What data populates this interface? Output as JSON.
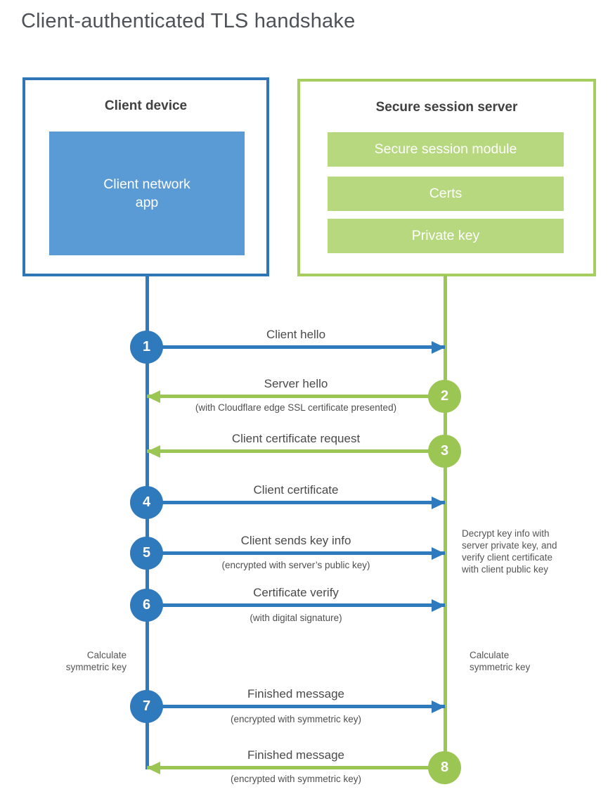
{
  "title": "Client-authenticated TLS handshake",
  "client": {
    "title": "Client device",
    "app_label": "Client network\napp"
  },
  "server": {
    "title": "Secure session server",
    "modules": [
      "Secure session module",
      "Certs",
      "Private key"
    ]
  },
  "steps": [
    {
      "num": "1",
      "from": "client",
      "to": "server",
      "label": "Client hello"
    },
    {
      "num": "2",
      "from": "server",
      "to": "client",
      "label": "Server hello",
      "sub": "(with Cloudflare edge SSL certificate presented)"
    },
    {
      "num": "3",
      "from": "server",
      "to": "client",
      "label": "Client certificate request"
    },
    {
      "num": "4",
      "from": "client",
      "to": "server",
      "label": "Client certificate"
    },
    {
      "num": "5",
      "from": "client",
      "to": "server",
      "label": "Client sends key info",
      "sub": "(encrypted with server’s public key)"
    },
    {
      "num": "6",
      "from": "client",
      "to": "server",
      "label": "Certificate verify",
      "sub": "(with digital signature)"
    },
    {
      "num": "7",
      "from": "client",
      "to": "server",
      "label": "Finished message",
      "sub": "(encrypted with symmetric key)"
    },
    {
      "num": "8",
      "from": "server",
      "to": "client",
      "label": "Finished message",
      "sub": "(encrypted with symmetric key)"
    }
  ],
  "notes": {
    "decrypt": "Decrypt key info with\nserver private key, and\nverify client certificate\nwith client public key",
    "calculate_left": "Calculate\nsymmetric key",
    "calculate_right": "Calculate\nsymmetric key"
  },
  "colors": {
    "client_blue": "#2e7abd",
    "client_box_border": "#2e76b6",
    "client_app_fill": "#5b9bd5",
    "server_green": "#9cc654",
    "server_box_border": "#a6ce5f",
    "server_bar_fill": "#b7d87f",
    "title_text": "#4e5257",
    "label_text": "#4a4a4a"
  }
}
